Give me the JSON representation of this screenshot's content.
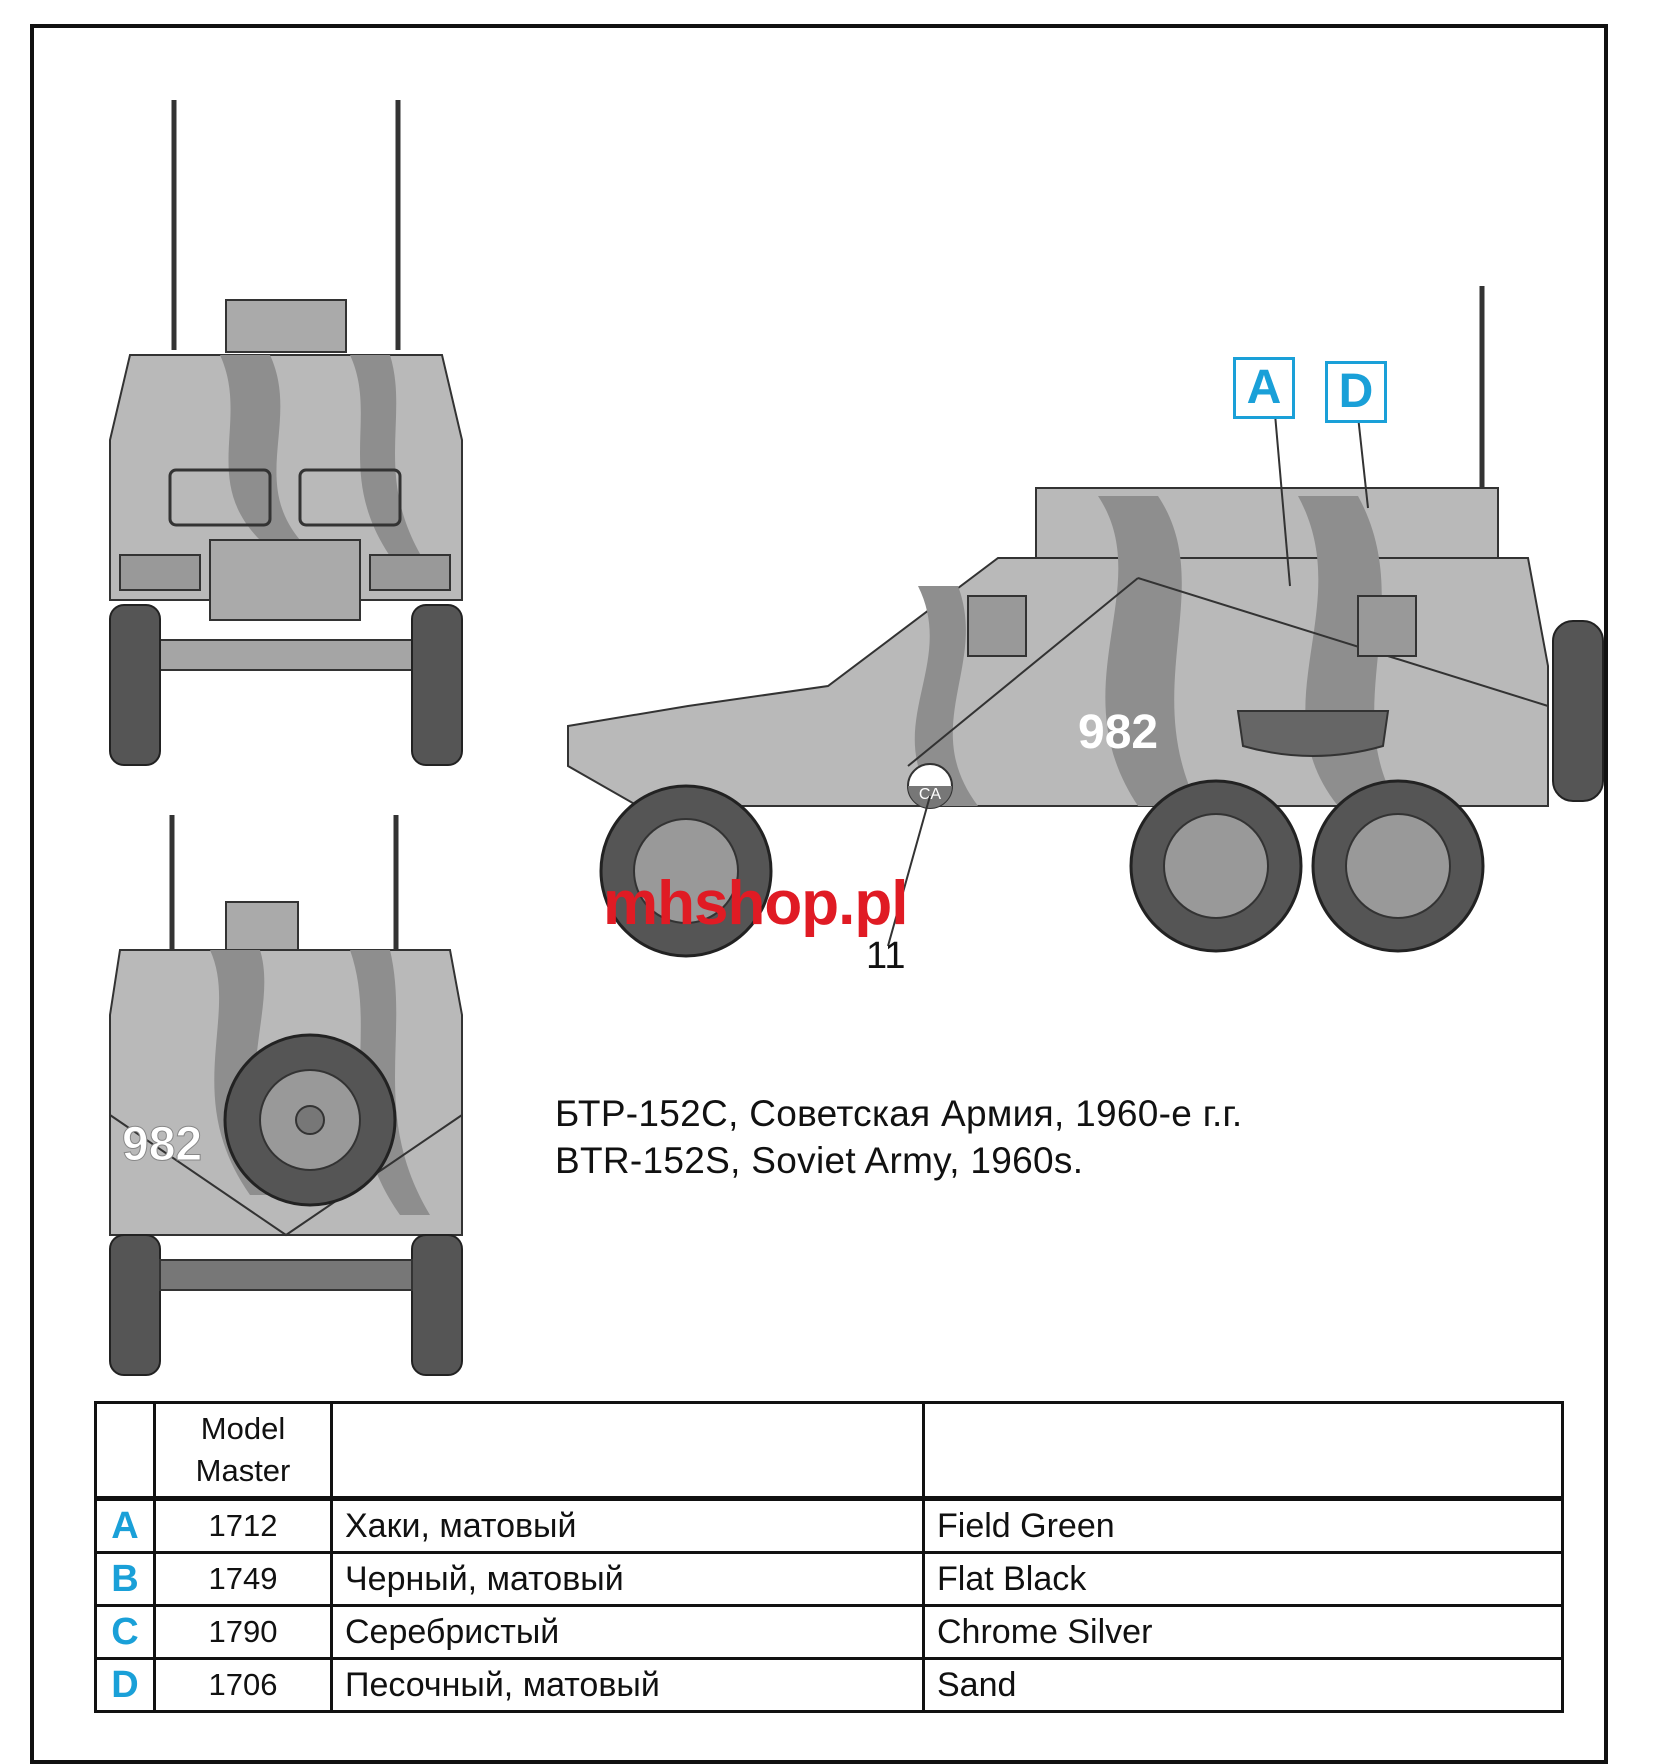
{
  "caption": {
    "line_ru": "БТР-152С, Советская Армия, 1960-е г.г.",
    "line_en": "BTR-152S, Soviet Army, 1960s."
  },
  "watermark": "mhshop.pl",
  "side_view": {
    "hull_number": "982",
    "roundel_text": "CA",
    "decal_callout": "11",
    "paint_callouts": [
      "A",
      "D"
    ]
  },
  "rear_view": {
    "hull_number": "982"
  },
  "colors": {
    "accent": "#1aa0d8",
    "watermark": "#e01b24",
    "camo_light": "#b9b9b9",
    "camo_dark": "#8e8e8e"
  },
  "paint_table": {
    "header": {
      "letter": "",
      "code": "Model Master",
      "ru": "",
      "en": ""
    },
    "rows": [
      {
        "letter": "A",
        "code": "1712",
        "ru": "Хаки, матовый",
        "en": "Field Green"
      },
      {
        "letter": "B",
        "code": "1749",
        "ru": "Черный, матовый",
        "en": "Flat Black"
      },
      {
        "letter": "C",
        "code": "1790",
        "ru": "Серебристый",
        "en": "Chrome Silver"
      },
      {
        "letter": "D",
        "code": "1706",
        "ru": "Песочный, матовый",
        "en": "Sand"
      }
    ]
  }
}
